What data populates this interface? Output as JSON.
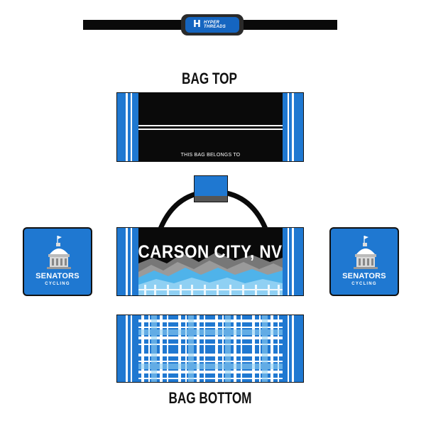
{
  "brand": {
    "mark": "H",
    "name_line1": "HYPER",
    "name_line2": "THREADS"
  },
  "headings": {
    "bag_top": "BAG TOP",
    "bag_bottom": "BAG BOTTOM"
  },
  "bag_top": {
    "caption": "THIS BAG BELONGS TO"
  },
  "front_panel": {
    "city": "CARSON CITY, NV"
  },
  "side_cards": {
    "team_line1": "SENATORS",
    "team_line2": "CYCLING"
  },
  "colors": {
    "primary_blue": "#1f78d1",
    "light_blue": "#4fb3ea",
    "black": "#0a0a0a",
    "gray": "#555555"
  }
}
